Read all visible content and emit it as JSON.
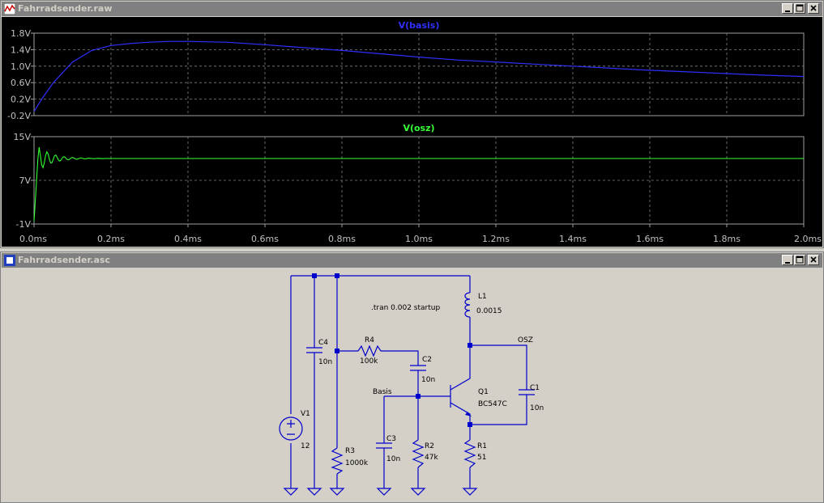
{
  "waveform_window": {
    "title": "Fahrradsender.raw",
    "controls": [
      "minimize-icon",
      "maximize-icon",
      "close-icon"
    ]
  },
  "schematic_window": {
    "title": "Fahrradsender.asc",
    "controls": [
      "minimize-icon",
      "maximize-icon",
      "close-icon"
    ]
  },
  "colors": {
    "basis": "#3030ff",
    "osz": "#33ff33",
    "wire": "#0000cc",
    "grid": "#808080"
  },
  "chart_data": [
    {
      "type": "line",
      "title": "V(basis)",
      "yticks": [
        "1.8V",
        "1.4V",
        "1.0V",
        "0.6V",
        "0.2V",
        "-0.2V"
      ],
      "ytick_values": [
        1.8,
        1.4,
        1.0,
        0.6,
        0.2,
        -0.2
      ],
      "ylim": [
        -0.2,
        1.8
      ],
      "xlim": [
        0,
        2.0
      ],
      "grid": true,
      "series": [
        {
          "name": "V(basis)",
          "x": [
            0,
            0.02,
            0.05,
            0.1,
            0.15,
            0.2,
            0.25,
            0.3,
            0.35,
            0.4,
            0.5,
            0.6,
            0.7,
            0.8,
            0.9,
            1.0,
            1.1,
            1.2,
            1.3,
            1.4,
            1.5,
            1.6,
            1.7,
            1.8,
            1.9,
            2.0
          ],
          "y": [
            -0.1,
            0.2,
            0.6,
            1.1,
            1.38,
            1.5,
            1.55,
            1.58,
            1.6,
            1.6,
            1.58,
            1.52,
            1.45,
            1.38,
            1.3,
            1.22,
            1.15,
            1.1,
            1.05,
            1.0,
            0.95,
            0.9,
            0.86,
            0.82,
            0.78,
            0.75
          ]
        }
      ]
    },
    {
      "type": "line",
      "title": "V(osz)",
      "yticks": [
        "15V",
        "7V",
        "-1V"
      ],
      "ytick_values": [
        15,
        7,
        -1
      ],
      "ylim": [
        -1,
        15
      ],
      "xlim": [
        0,
        2.0
      ],
      "xticks": [
        "0.0ms",
        "0.2ms",
        "0.4ms",
        "0.6ms",
        "0.8ms",
        "1.0ms",
        "1.2ms",
        "1.4ms",
        "1.6ms",
        "1.8ms",
        "2.0ms"
      ],
      "xtick_values": [
        0,
        0.2,
        0.4,
        0.6,
        0.8,
        1.0,
        1.2,
        1.4,
        1.6,
        1.8,
        2.0
      ],
      "grid": true,
      "series": [
        {
          "name": "V(osz)",
          "steady": 11.0,
          "start": -0.5,
          "peak": 13.3,
          "ring_end": 0.15
        }
      ]
    }
  ],
  "schematic": {
    "directive": ".tran 0.002 startup",
    "labels": {
      "L1": "L1",
      "L1v": "0.0015",
      "C4": "C4",
      "C4v": "10n",
      "R4": "R4",
      "R4v": "100k",
      "C2": "C2",
      "C2v": "10n",
      "Q1": "Q1",
      "Q1v": "BC547C",
      "C1": "C1",
      "C1v": "10n",
      "V1": "V1",
      "V1v": "12",
      "R3": "R3",
      "R3v": "1000k",
      "C3": "C3",
      "C3v": "10n",
      "R2": "R2",
      "R2v": "47k",
      "R1": "R1",
      "R1v": "51",
      "net_osz": "OSZ",
      "net_basis": "Basis"
    }
  }
}
